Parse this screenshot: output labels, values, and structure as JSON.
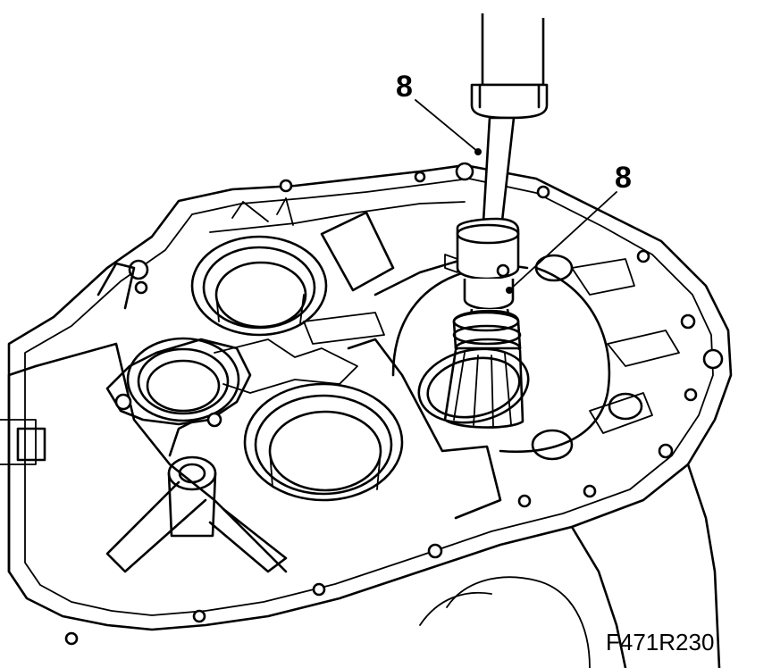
{
  "callouts": [
    {
      "label": "8"
    },
    {
      "label": "8"
    }
  ],
  "figure_code": "F471R230",
  "colors": {
    "line": "#000000",
    "background": "#ffffff"
  }
}
